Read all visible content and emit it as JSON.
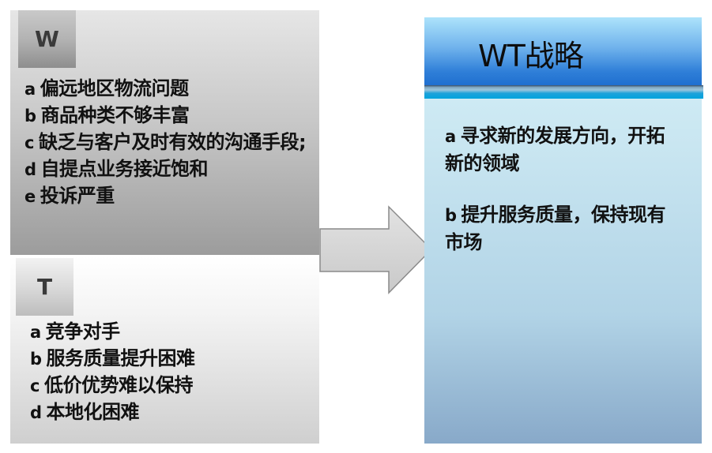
{
  "weakness": {
    "badge": "W",
    "items": [
      {
        "key": "a",
        "text": "偏远地区物流问题"
      },
      {
        "key": "b",
        "text": "商品种类不够丰富"
      },
      {
        "key": "c",
        "text": "缺乏与客户及时有效的沟通手段;"
      },
      {
        "key": "d",
        "text": "自提点业务接近饱和"
      },
      {
        "key": "e",
        "text": "投诉严重"
      }
    ]
  },
  "threat": {
    "badge": "T",
    "items": [
      {
        "key": "a",
        "text": "竞争对手"
      },
      {
        "key": "b",
        "text": "服务质量提升困难"
      },
      {
        "key": "c",
        "text": "低价优势难以保持"
      },
      {
        "key": "d",
        "text": "本地化困难"
      }
    ]
  },
  "arrow": {
    "icon": "right-arrow-icon",
    "color": "#d4d4d4"
  },
  "strategy": {
    "title": "WT战略",
    "items": [
      {
        "key": "a",
        "text": "寻求新的发展方向，开拓新的领域"
      },
      {
        "key": "b",
        "text": "提升服务质量，保持现有市场"
      }
    ]
  },
  "colors": {
    "header_blue": "#1f6fd0",
    "stripe_cyan": "#00a3dd",
    "panel_light_blue": "#d6f1f9",
    "text": "#111111"
  }
}
